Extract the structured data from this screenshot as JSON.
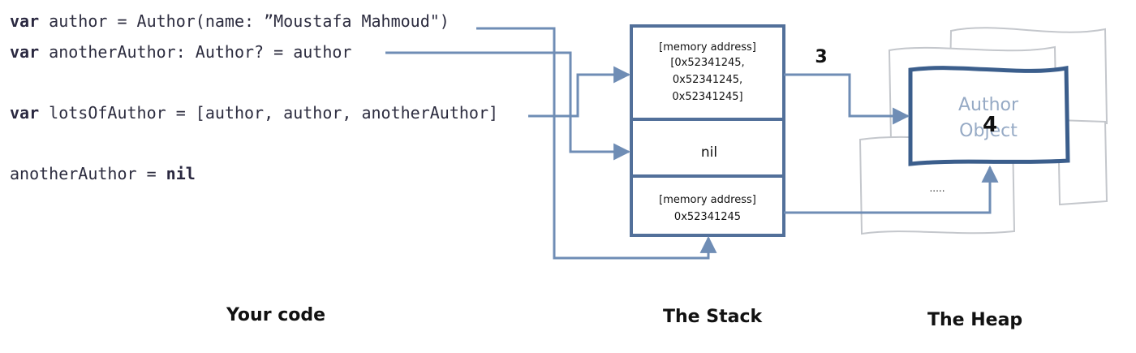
{
  "code": {
    "line1": {
      "keyword": "var",
      "text": " author = Author(name: ”Moustafa Mahmoud\")"
    },
    "line2": {
      "keyword": "var",
      "text": " anotherAuthor: Author? = author"
    },
    "line3": {
      "keyword": "var",
      "text": " lotsOfAuthor = [author, author, anotherAuthor]"
    },
    "line4": {
      "text": "anotherAuthor = ",
      "keyword": "nil"
    }
  },
  "stack": {
    "cell1": [
      "[memory address]",
      "[0x52341245,",
      "0x52341245,",
      "0x52341245]"
    ],
    "cell2": "nil",
    "cell3": [
      "[memory address]",
      "0x52341245"
    ]
  },
  "heap": {
    "object_line1": "Author",
    "object_line2": "Object",
    "ellipsis": "....."
  },
  "counts": {
    "top": "3",
    "object": "4"
  },
  "captions": {
    "code": "Your code",
    "stack": "The Stack",
    "heap": "The Heap"
  },
  "colors": {
    "stack_border": "#52709a",
    "arrow": "#6f8db5",
    "heap_border": "#3b5e8c",
    "heap_text": "#96aac5",
    "ghost": "#c4c7cc"
  }
}
